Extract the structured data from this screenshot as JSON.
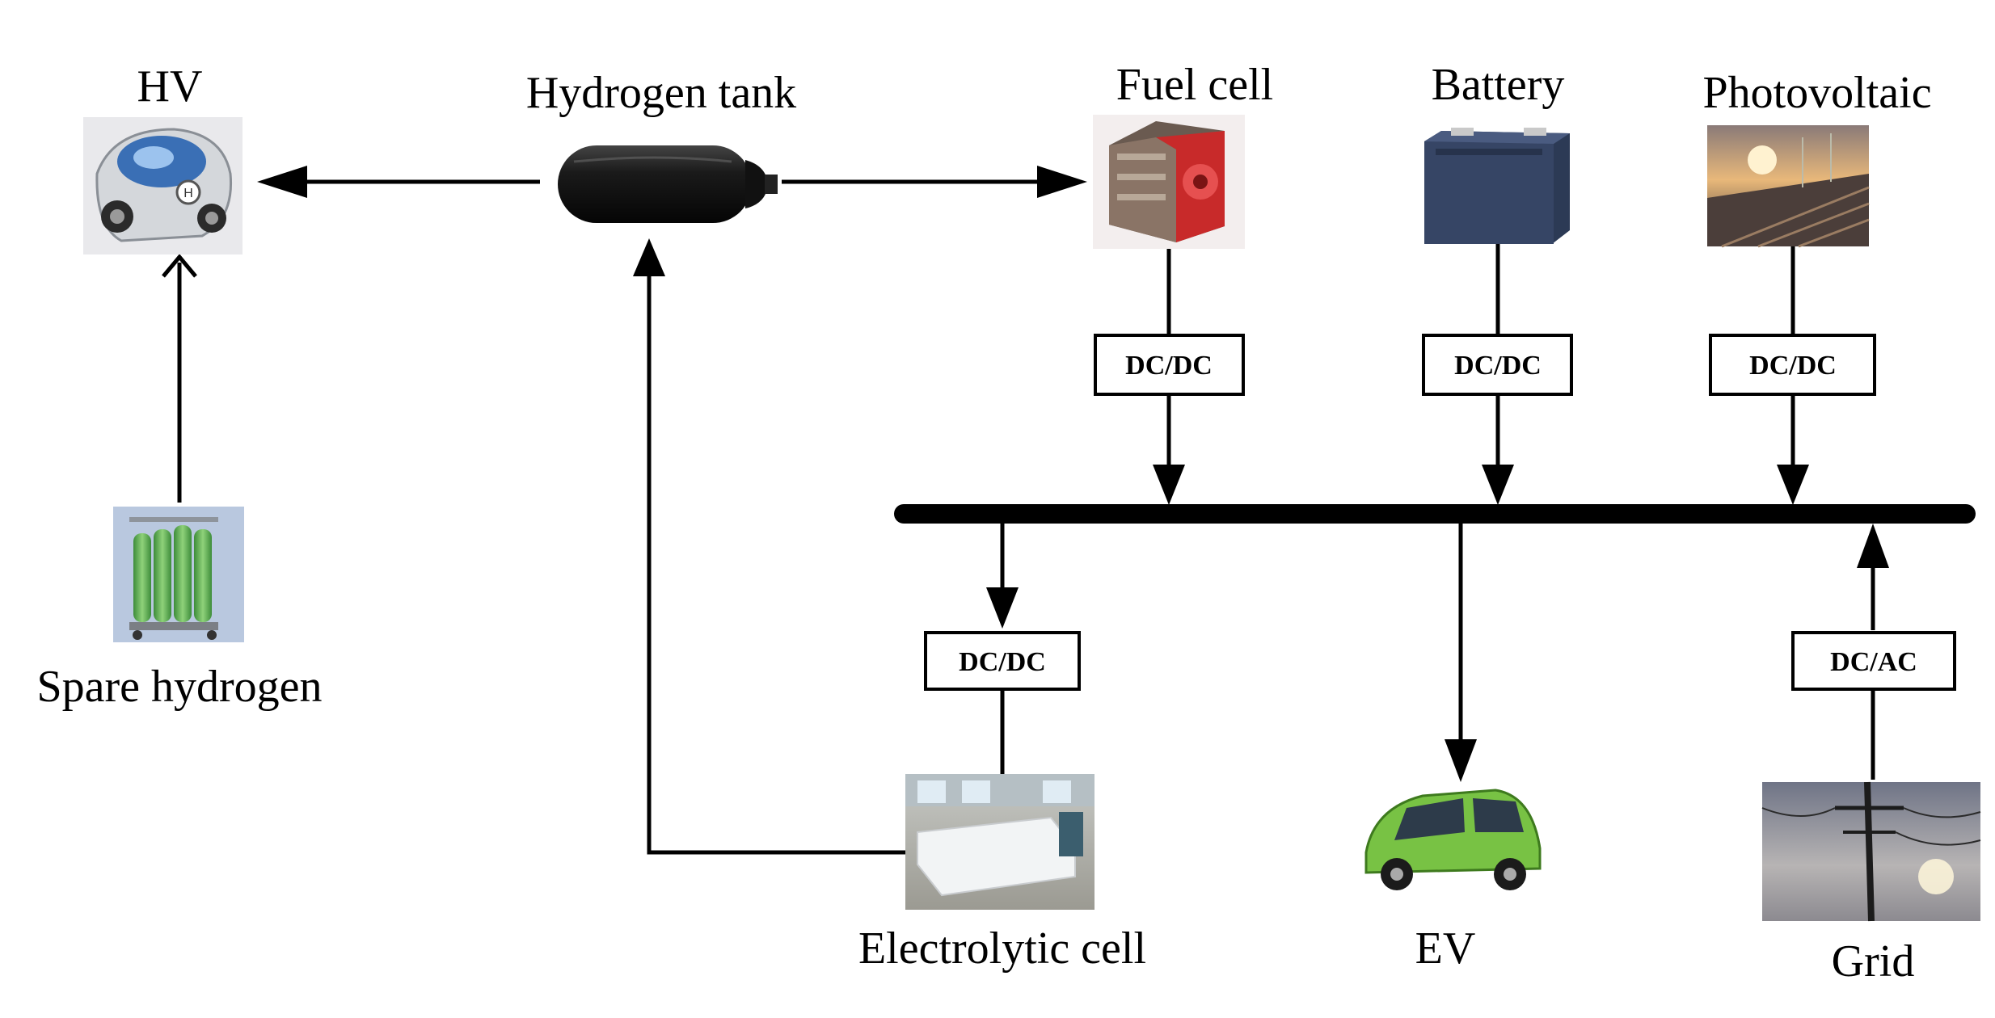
{
  "labels": {
    "hv": "HV",
    "hydrogen_tank": "Hydrogen tank",
    "fuel_cell": "Fuel cell",
    "battery": "Battery",
    "photovoltaic": "Photovoltaic",
    "spare_hydrogen": "Spare hydrogen",
    "electrolytic_cell": "Electrolytic cell",
    "ev": "EV",
    "grid": "Grid"
  },
  "converters": {
    "fuel_cell": "DC/DC",
    "battery": "DC/DC",
    "photovoltaic": "DC/DC",
    "electrolytic_cell": "DC/DC",
    "grid": "DC/AC"
  },
  "icons": {
    "hv": "hydrogen-vehicle-icon",
    "hydrogen_tank": "hydrogen-tank-icon",
    "fuel_cell": "fuel-cell-icon",
    "battery": "battery-icon",
    "photovoltaic": "photovoltaic-panel-icon",
    "spare_hydrogen": "hydrogen-cylinders-icon",
    "electrolytic_cell": "electrolyzer-icon",
    "ev": "electric-vehicle-icon",
    "grid": "power-grid-icon"
  }
}
